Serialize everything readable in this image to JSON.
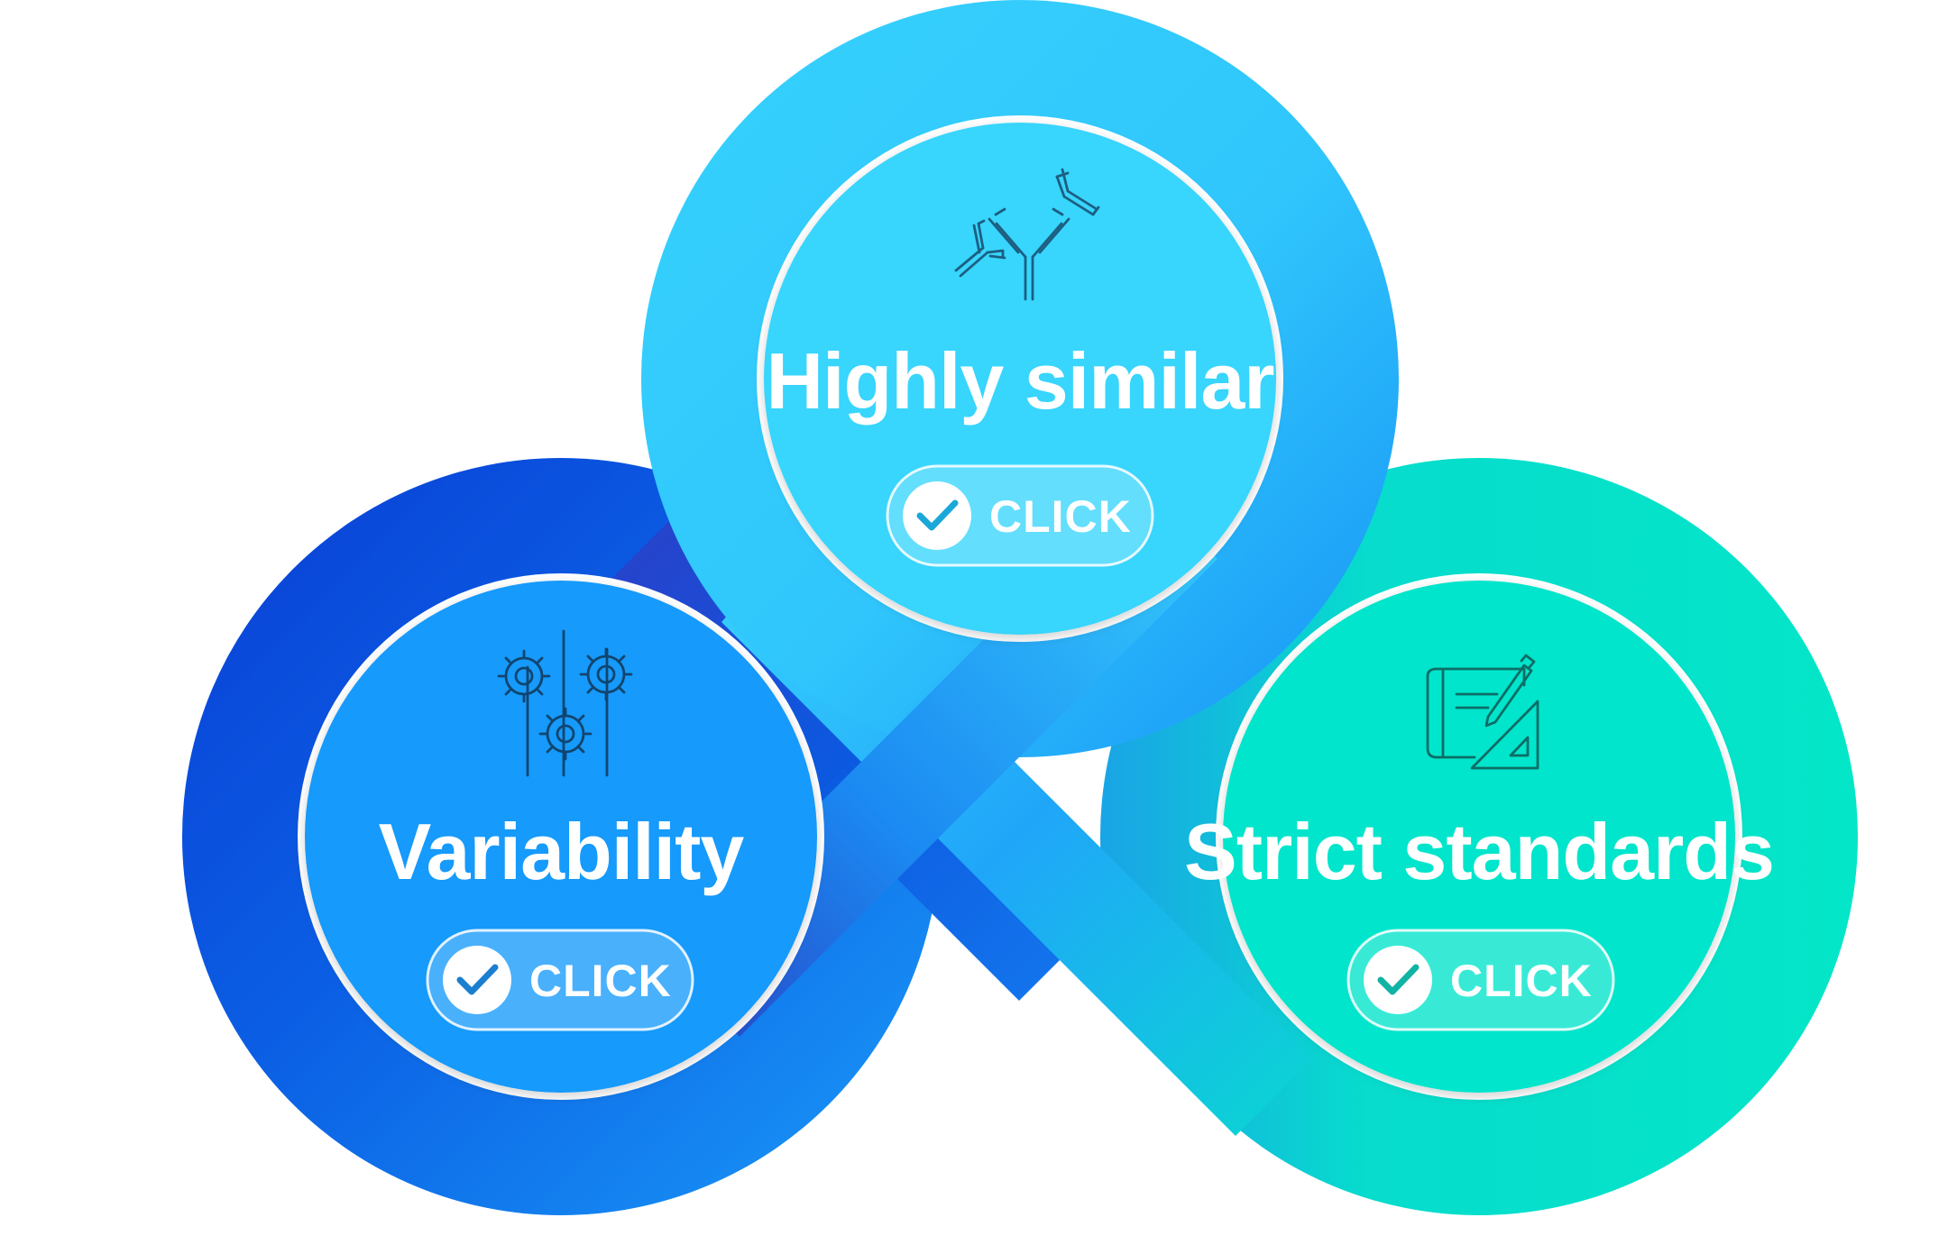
{
  "nodes": [
    {
      "id": "variability",
      "title": "Variability",
      "button_label": "CLICK",
      "icon": "gears-icon",
      "colors": {
        "ring_dark": "#0a3fd6",
        "ring_light": "#1b97f7",
        "disc": "#199afb",
        "icon_stroke": "#11456f"
      }
    },
    {
      "id": "highly-similar",
      "title": "Highly similar",
      "button_label": "CLICK",
      "icon": "antibody-icon",
      "colors": {
        "ring_dark": "#189ef9",
        "ring_light": "#37d4fc",
        "disc": "#37d5fd",
        "icon_stroke": "#1c5f82"
      }
    },
    {
      "id": "strict-standards",
      "title": "Strict standards",
      "button_label": "CLICK",
      "icon": "blueprint-icon",
      "colors": {
        "ring_dark": "#16b6dc",
        "ring_light": "#04e5c8",
        "disc": "#06e5cb",
        "icon_stroke": "#0e6d66"
      }
    }
  ],
  "colors": {
    "check_circle": "#ffffff",
    "check_mark": "#1ba8d8",
    "text": "#ffffff",
    "background": "#ffffff"
  }
}
